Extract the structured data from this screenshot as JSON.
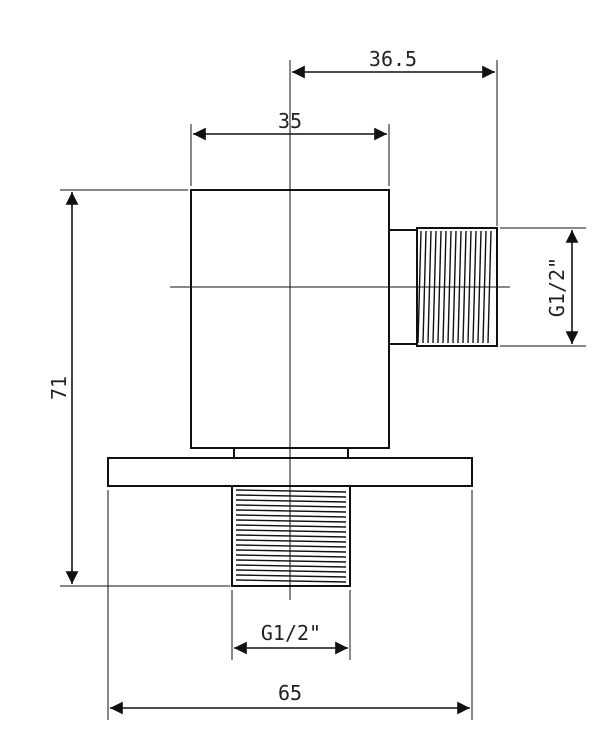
{
  "dimensions": {
    "overall_width": "65",
    "body_width": "35",
    "outlet_reach": "36.5",
    "overall_height": "71",
    "side_thread": "G1/2\"",
    "bottom_thread": "G1/2\""
  },
  "colors": {
    "line": "#111111",
    "background": "#ffffff"
  }
}
